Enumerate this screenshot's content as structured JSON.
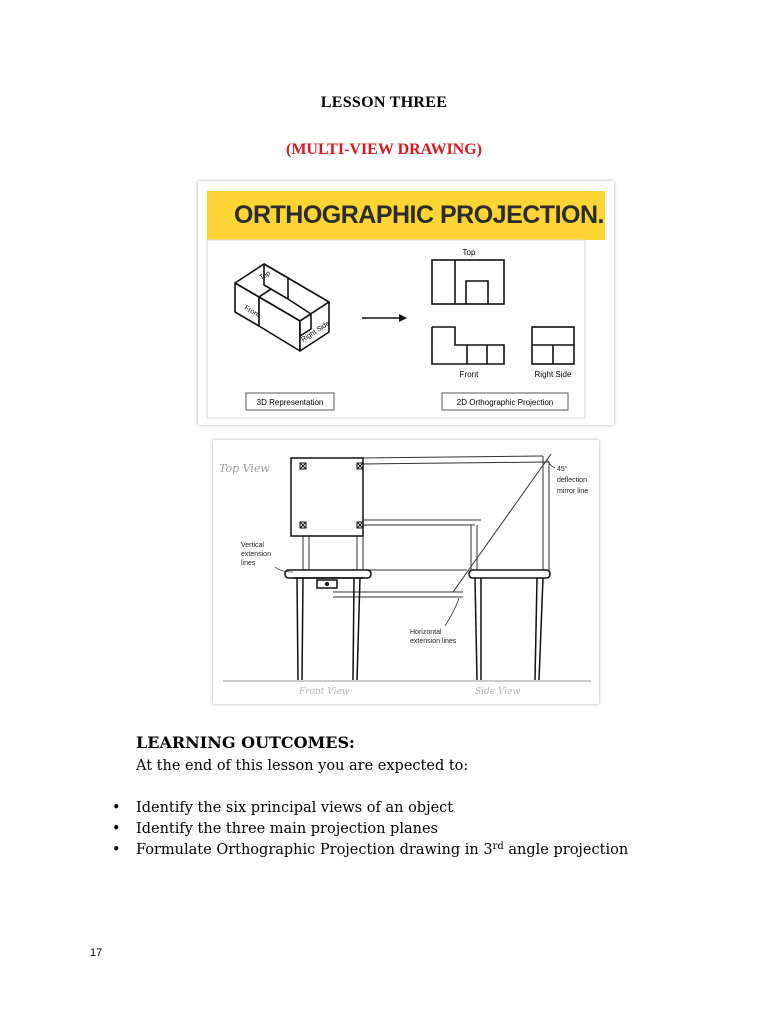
{
  "lesson": {
    "title": "LESSON THREE",
    "subtitle": "(MULTI-VIEW DRAWING)"
  },
  "figure1": {
    "banner": "ORTHOGRAPHIC PROJECTION.",
    "iso_labels": {
      "top": "Top",
      "front": "Front",
      "right": "Right Side"
    },
    "view_labels": {
      "top": "Top",
      "front": "Front",
      "right": "Right Side"
    },
    "caption_left": "3D Representation",
    "caption_right": "2D Orthographic Projection"
  },
  "figure2": {
    "top_view": "Top View",
    "deflection": [
      "45°",
      "deflection",
      "mirror line"
    ],
    "vertical_ext": [
      "Vertical",
      "extension",
      "lines"
    ],
    "horizontal_ext": [
      "Horizontal",
      "extension lines"
    ],
    "front_view": "Front View",
    "side_view": "Side View"
  },
  "outcomes": {
    "heading": "LEARNING OUTCOMES:",
    "intro": "At the end of this lesson you are expected to:",
    "items": [
      "Identify the six principal views of an object",
      "Identify the three main projection planes"
    ],
    "item3_before": "Formulate Orthographic Projection drawing in 3",
    "item3_sup": "rd",
    "item3_after": " angle projection",
    "bullet": "•"
  },
  "page_number": "17"
}
